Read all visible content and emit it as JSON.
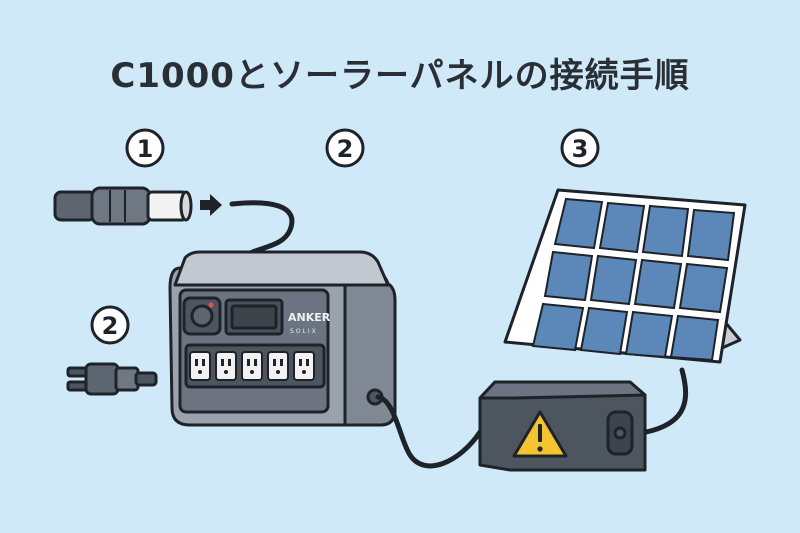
{
  "title": "C1000とソーラーパネルの接続手順",
  "steps": [
    "1",
    "2",
    "3",
    "2"
  ],
  "device": {
    "brand": "ANKER",
    "sub_brand": "SOLIX"
  },
  "icons": {
    "arrow": "right-arrow-icon",
    "warning": "warning-icon",
    "connector_a": "barrel-connector-icon",
    "connector_b": "mc4-connector-icon"
  },
  "colors": {
    "background": "#cfe9f8",
    "outline": "#1e2329",
    "device_body": "#9aa3ad",
    "panel_cell": "#5b87b9",
    "warning": "#f4c430"
  }
}
